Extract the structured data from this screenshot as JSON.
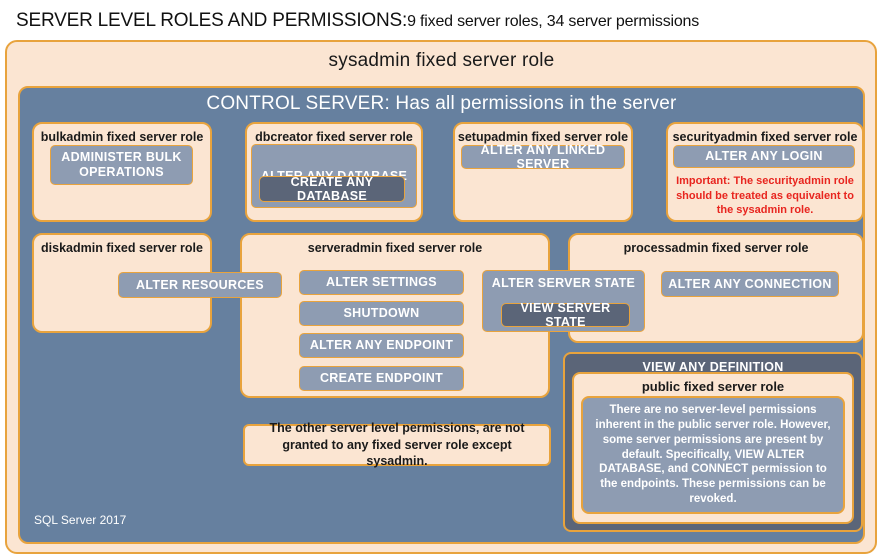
{
  "title": {
    "heading": "SERVER LEVEL ROLES AND PERMISSIONS:",
    "subheading": "9 fixed server roles, 34 server permissions"
  },
  "diagram": {
    "sysadmin_label": "sysadmin fixed server role",
    "control_server_label": "CONTROL SERVER: Has all permissions in the server",
    "version_label": "SQL Server 2017",
    "colors": {
      "peach_fill": "#fbe5d2",
      "gold_border": "#e8a33d",
      "slate_blue_bg": "#66809f",
      "permission_fill": "#8e9cb2",
      "permission_dark_fill": "#5b6578",
      "warning_red": "#e8251f",
      "white_text": "#ffffff",
      "dark_text": "#1a1a1a"
    }
  },
  "roles": {
    "bulkadmin": {
      "label": "bulkadmin fixed server role",
      "permissions": [
        "ADMINISTER BULK OPERATIONS"
      ]
    },
    "dbcreator": {
      "label": "dbcreator fixed server role",
      "permissions": [
        "ALTER ANY DATABASE",
        "CREATE ANY DATABASE"
      ]
    },
    "setupadmin": {
      "label": "setupadmin fixed server role",
      "permissions": [
        "ALTER ANY LINKED SERVER"
      ]
    },
    "securityadmin": {
      "label": "securityadmin fixed server role",
      "permissions": [
        "ALTER ANY LOGIN"
      ],
      "warning": "Important: The securityadmin role should be treated as equivalent to the sysadmin role."
    },
    "diskadmin": {
      "label": "diskadmin fixed server role",
      "permissions": [
        "ALTER RESOURCES"
      ]
    },
    "serveradmin": {
      "label": "serveradmin fixed server role",
      "permissions": [
        "ALTER SETTINGS",
        "SHUTDOWN",
        "ALTER ANY ENDPOINT",
        "CREATE ENDPOINT",
        "ALTER SERVER STATE",
        "VIEW SERVER STATE"
      ]
    },
    "processadmin": {
      "label": "processadmin fixed server role",
      "permissions": [
        "ALTER ANY CONNECTION"
      ]
    },
    "public": {
      "view_any_definition": "VIEW ANY DEFINITION",
      "label": "public fixed server role",
      "note": "There are no server-level permissions inherent in the public server role. However, some server permissions are present by default. Specifically, VIEW ALTER DATABASE, and CONNECT permission to the endpoints. These permissions can be revoked."
    }
  },
  "notes": {
    "other_permissions": "The other server level permissions, are not granted to any fixed server role except sysadmin."
  }
}
